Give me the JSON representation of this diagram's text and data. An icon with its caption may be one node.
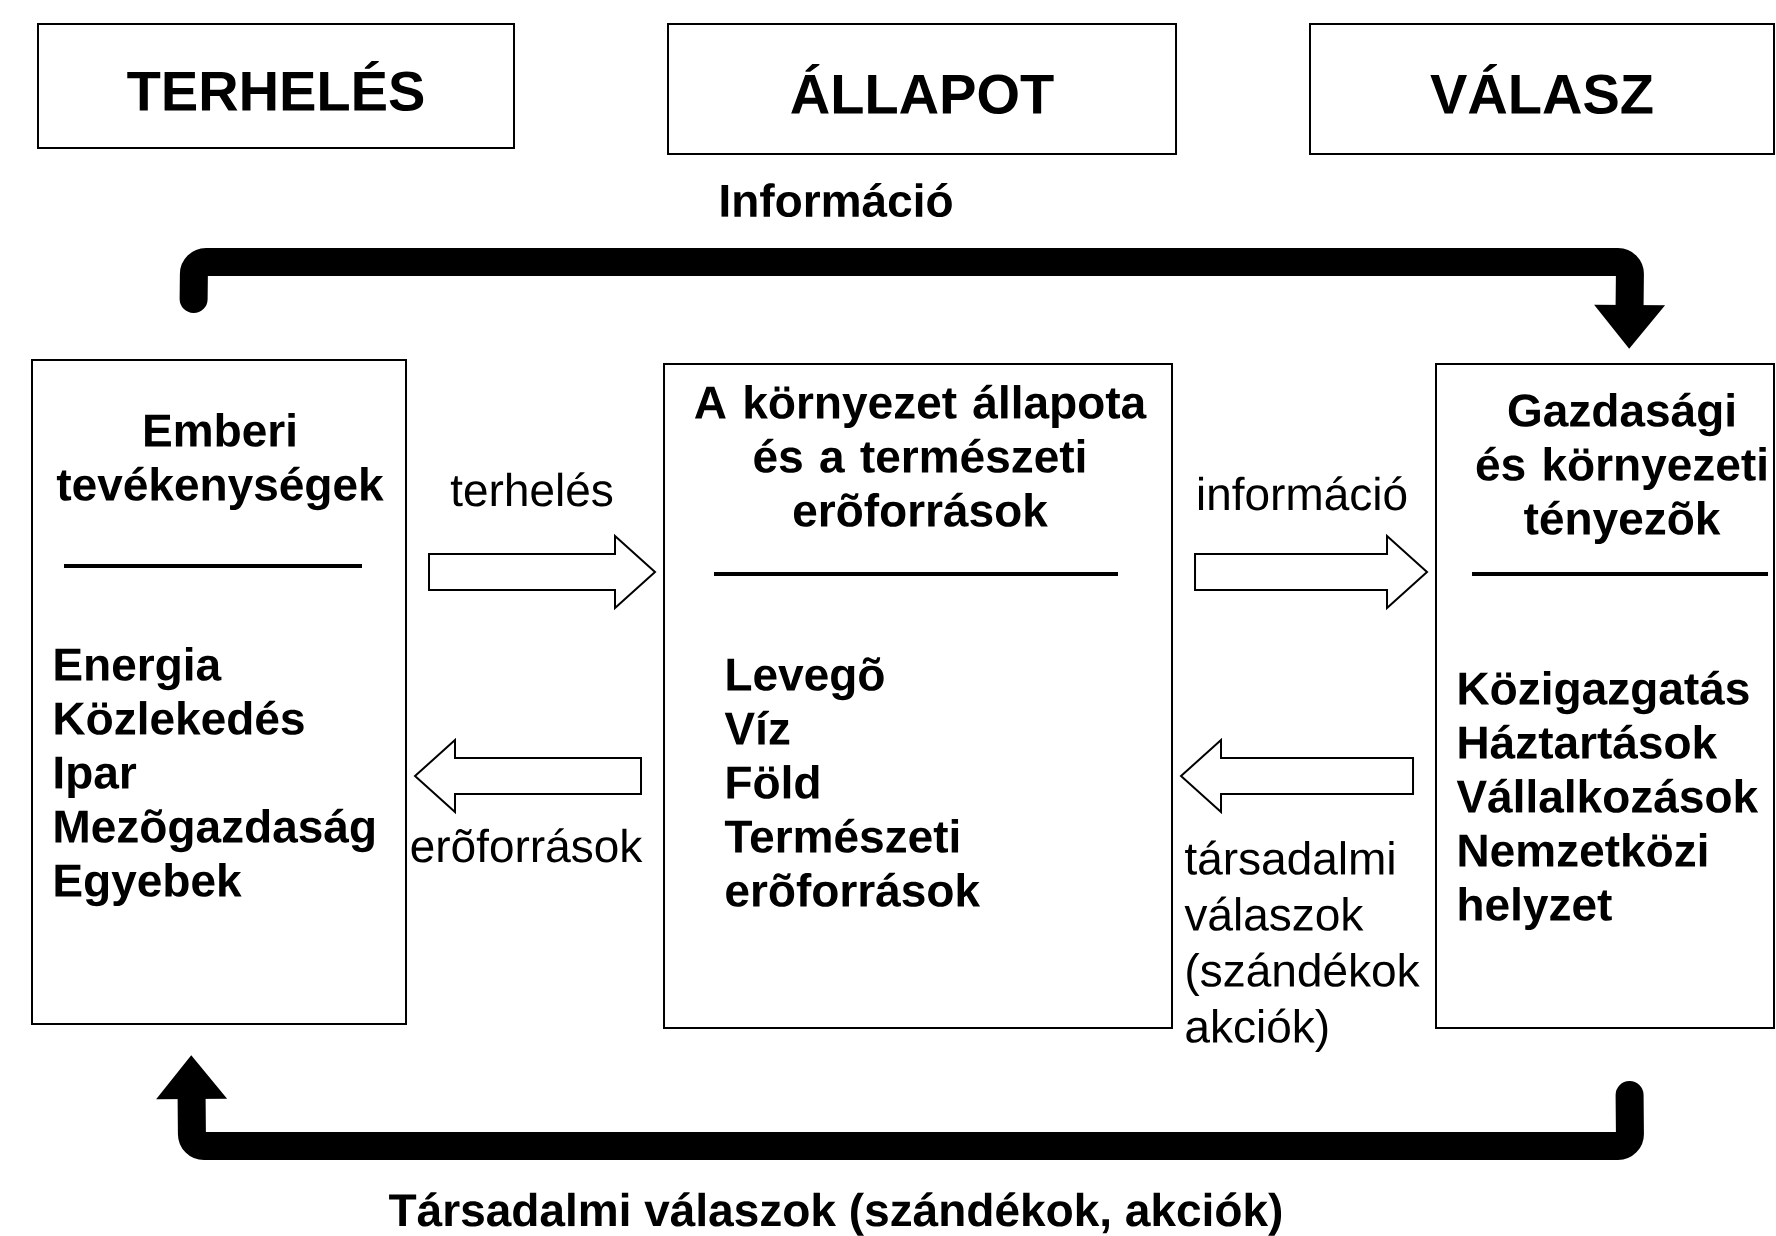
{
  "diagram": {
    "nodes": [
      {
        "text": [
          "TERHELÉS"
        ]
      },
      {
        "text": [
          "ÁLLAPOT"
        ]
      },
      {
        "text": [
          "VÁLASZ"
        ]
      },
      {
        "text": [
          "Emberi tevékenységek",
          "Energia",
          "Közlekedés",
          "Ipar",
          "Mezõgazdaság",
          "Egyebek"
        ]
      },
      {
        "text": [
          "A környezet állapota és a természeti erõforrások",
          "Levegõ",
          "Víz",
          "Föld",
          "Természeti erõforrások"
        ]
      },
      {
        "text": [
          "Gazdasági és környezeti tényezõk",
          "Közigazgatás",
          "Háztartások",
          "Vállalkozások",
          "Nemzetközi helyzet"
        ]
      }
    ],
    "edges": [
      {
        "from": 3,
        "to": 4,
        "arrow": "to",
        "label": "terhelés"
      },
      {
        "from": 4,
        "to": 3,
        "arrow": "to",
        "label": "erõforrások"
      },
      {
        "from": 4,
        "to": 5,
        "arrow": "to",
        "label": "információ"
      },
      {
        "from": 5,
        "to": 4,
        "arrow": "to",
        "label": "társadalmi válaszok (szándékok akciók)"
      },
      {
        "from": 3,
        "to": 5,
        "arrow": "to",
        "label": "Információ"
      },
      {
        "from": 5,
        "to": 3,
        "arrow": "to",
        "label": "Társadalmi válaszok (szándékok, akciók)"
      }
    ]
  }
}
